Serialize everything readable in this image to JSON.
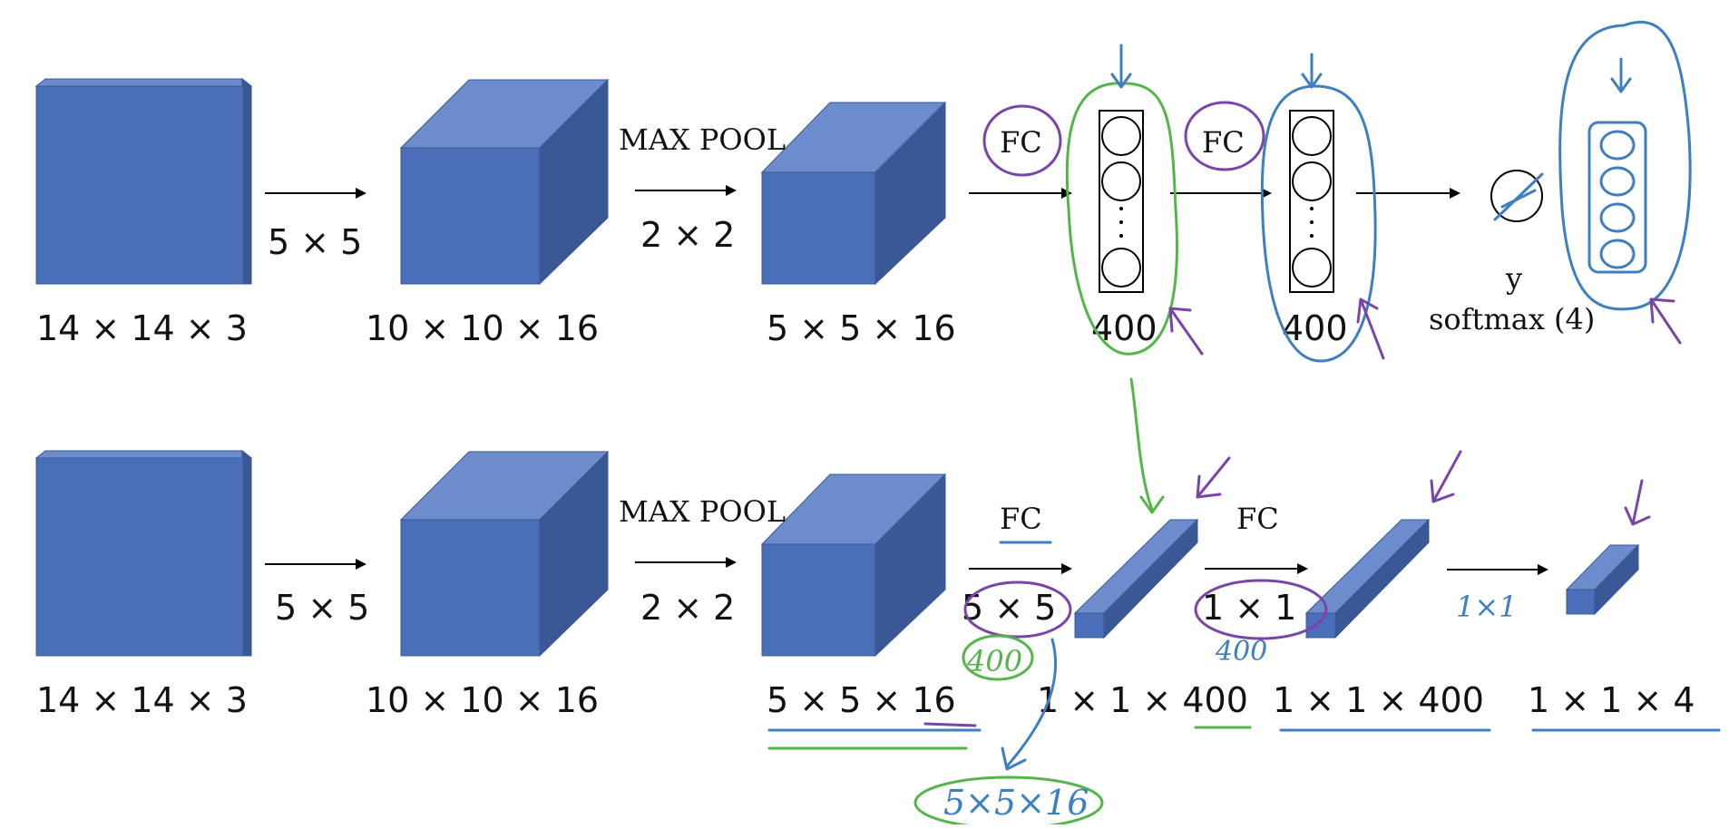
{
  "colors": {
    "block_front": "#4a6fb8",
    "block_top": "#6c8ccb",
    "block_side": "#3a5895",
    "ink_blue": "#3e7fc0",
    "ink_green": "#55b54a",
    "ink_purple": "#7a45a8",
    "arrow": "#000000"
  },
  "top_row": {
    "dims": {
      "input": "14 × 14 × 3",
      "conv": "10 × 10 × 16",
      "pool": "5 × 5 × 16",
      "fc1": "400",
      "fc2": "400"
    },
    "ops": {
      "conv_filter": "5 × 5",
      "pool_label": "MAX POOL",
      "pool_size": "2 × 2",
      "fc1": "FC",
      "fc2": "FC"
    },
    "output_y": "y",
    "output_softmax": "softmax (4)"
  },
  "bottom_row": {
    "dims": {
      "input": "14 × 14 × 3",
      "conv": "10 × 10 × 16",
      "pool": "5 × 5 × 16",
      "fc1_as_conv": "1 × 1 × 400",
      "fc2_as_conv": "1 × 1 × 400",
      "out": "1 × 1 × 4"
    },
    "ops": {
      "conv_filter": "5 × 5",
      "pool_label": "MAX POOL",
      "pool_size": "2 × 2",
      "fc1": "FC",
      "fc1_filter": "5 × 5",
      "fc2": "FC",
      "fc2_filter": "1 × 1"
    }
  },
  "annotations": {
    "filter_count_1": "400",
    "filter_count_2": "400",
    "filter_shape": "5×5×16",
    "last_filter": "1×1"
  }
}
